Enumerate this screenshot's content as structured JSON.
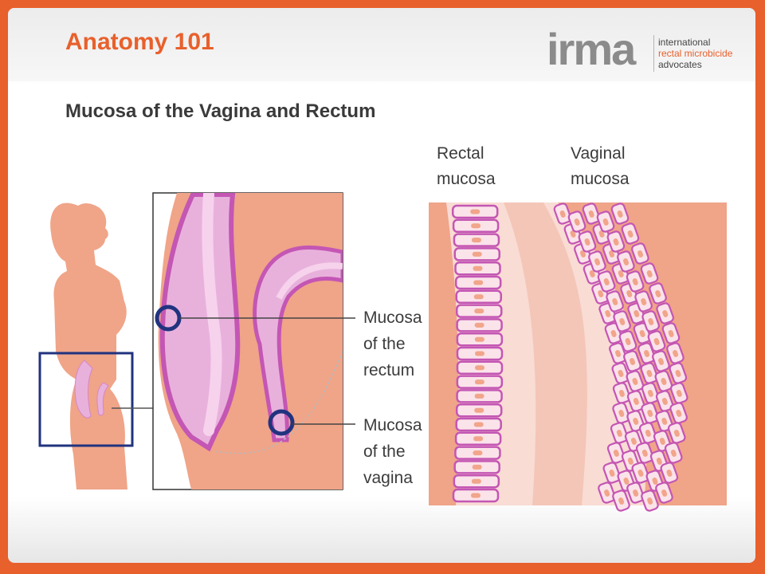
{
  "header": {
    "title": "Anatomy 101",
    "logo": {
      "word": "irma",
      "line1": "international",
      "line2": "rectal microbicide",
      "line3": "advocates"
    }
  },
  "subtitle": "Mucosa of the Vagina and Rectum",
  "labels": {
    "rectal_col_1": "Rectal",
    "rectal_col_2": "mucosa",
    "vaginal_col_1": "Vaginal",
    "vaginal_col_2": "mucosa",
    "rectum_1": "Mucosa",
    "rectum_2": "of the",
    "rectum_3": "rectum",
    "vagina_1": "Mucosa",
    "vagina_2": "of the",
    "vagina_3": "vagina"
  },
  "colors": {
    "accent": "#e8602c",
    "skin": "#f0a488",
    "mucosa": "#e8b1dc",
    "mucosa_edge": "#c456b4",
    "highlight": "#21337f"
  }
}
